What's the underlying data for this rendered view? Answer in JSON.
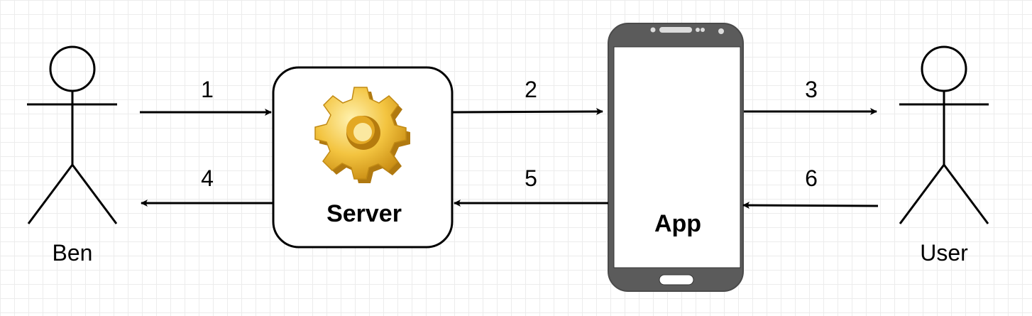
{
  "actors": {
    "left": {
      "label": "Ben"
    },
    "right": {
      "label": "User"
    }
  },
  "nodes": {
    "server": {
      "label": "Server",
      "icon": "gear-icon"
    },
    "app": {
      "label": "App",
      "icon": "smartphone-icon"
    }
  },
  "flows": {
    "f1": "1",
    "f2": "2",
    "f3": "3",
    "f4": "4",
    "f5": "5",
    "f6": "6"
  },
  "colors": {
    "stroke": "#000000",
    "phone_body": "#5b5b5b",
    "gear": "#f2c341"
  }
}
